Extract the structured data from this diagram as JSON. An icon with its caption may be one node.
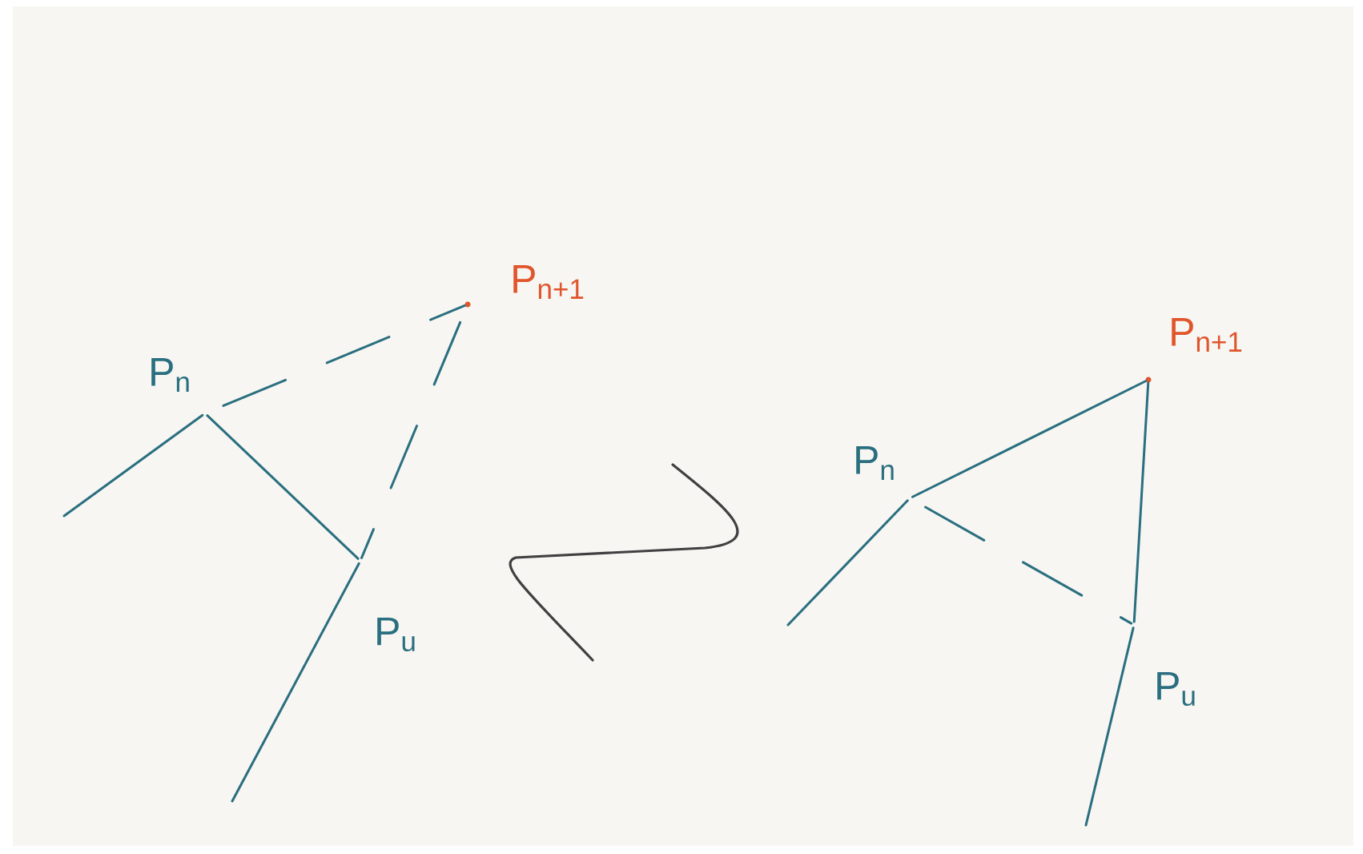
{
  "diagram": {
    "nodes": [
      {
        "text": [
          "P$_{n}$"
        ]
      },
      {
        "text": [
          "P$_{n+1}$"
        ]
      },
      {
        "text": [
          "P$_{u}$"
        ]
      },
      {
        "text": [
          "P$_{n}$"
        ]
      },
      {
        "text": [
          "P$_{n+1}$"
        ]
      },
      {
        "text": [
          "P$_{u}$"
        ]
      }
    ],
    "edges": [
      {
        "from": 0,
        "to": 1,
        "arrow": "none",
        "style": "dashed"
      },
      {
        "from": 0,
        "to": 2,
        "arrow": "none"
      },
      {
        "from": 1,
        "to": 2,
        "arrow": "none",
        "style": "dashed"
      },
      {
        "from": 0,
        "to": null,
        "arrow": "none"
      },
      {
        "from": 2,
        "to": null,
        "arrow": "none"
      },
      {
        "from": 3,
        "to": 4,
        "arrow": "none"
      },
      {
        "from": 4,
        "to": 5,
        "arrow": "none"
      },
      {
        "from": 3,
        "to": 5,
        "arrow": "none",
        "style": "dashed"
      },
      {
        "from": 3,
        "to": null,
        "arrow": "none"
      },
      {
        "from": 5,
        "to": null,
        "arrow": "none"
      }
    ]
  }
}
